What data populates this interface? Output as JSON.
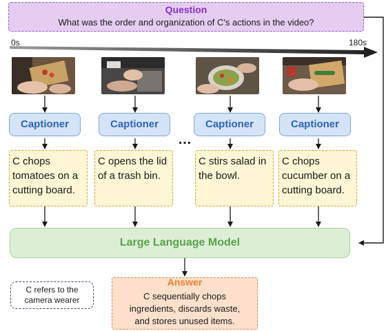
{
  "question": {
    "title": "Question",
    "text": "What was the order and organization of C's actions in the video?"
  },
  "timeline": {
    "start": "0s",
    "end": "180s"
  },
  "frames": [
    {
      "icon": "video-frame-chopping-tomatoes"
    },
    {
      "icon": "video-frame-trash-bin"
    },
    {
      "icon": "video-frame-salad-bowl"
    },
    {
      "icon": "video-frame-chopping-cucumber"
    }
  ],
  "captioners": [
    "Captioner",
    "Captioner",
    "Captioner",
    "Captioner"
  ],
  "ellipsis": "…",
  "captions": [
    [
      "C chops",
      "tomatoes on a",
      "cutting board."
    ],
    [
      "C opens the lid",
      "of a trash bin."
    ],
    [
      "C stirs salad in",
      "the bowl."
    ],
    [
      "C chops",
      "cucumber on a",
      "cutting board."
    ]
  ],
  "llm": {
    "label": "Large Language Model"
  },
  "note": {
    "lines": [
      "C refers to the",
      "camera wearer"
    ]
  },
  "answer": {
    "title": "Answer",
    "lines": [
      "C sequentially chops",
      "ingredients, discards waste,",
      "and stores unused items."
    ]
  },
  "colors": {
    "question_fill": "#e4cdf0",
    "question_border": "#9e5bc4",
    "question_title": "#8a2fc2",
    "captioner_fill": "#d5e3f7",
    "captioner_text": "#2b66b5",
    "caption_fill": "#fff6d6",
    "caption_border": "#d4a42a",
    "llm_fill": "#dcefd6",
    "llm_text": "#5aa34a",
    "answer_fill": "#fce0cc",
    "answer_title": "#f07f2a",
    "arrow": "#1a1a1a"
  }
}
